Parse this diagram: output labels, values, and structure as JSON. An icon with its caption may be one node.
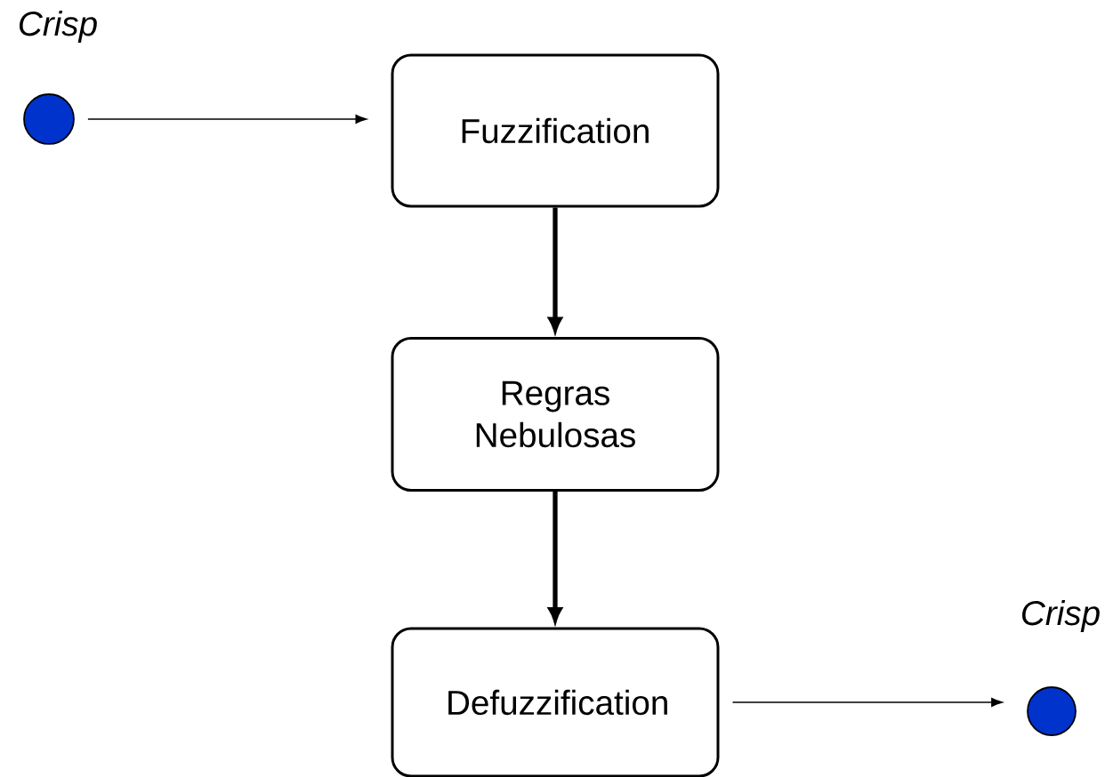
{
  "diagram": {
    "nodes": [
      {
        "text": [],
        "shape": "circle",
        "beside": [
          "Crisp"
        ]
      },
      {
        "text": [
          "Fuzzification"
        ]
      },
      {
        "text": [
          "Regras Nebulosas"
        ]
      },
      {
        "text": [
          "Defuzzification"
        ]
      },
      {
        "text": [],
        "shape": "circle",
        "beside": [
          "Crisp"
        ]
      }
    ],
    "edges": [
      {
        "from": 0,
        "to": 1,
        "arrow": "to"
      },
      {
        "from": 1,
        "to": 2,
        "arrow": "to",
        "style": "thick"
      },
      {
        "from": 2,
        "to": 3,
        "arrow": "to",
        "style": "thick"
      },
      {
        "from": 3,
        "to": 4,
        "arrow": "to"
      }
    ]
  }
}
